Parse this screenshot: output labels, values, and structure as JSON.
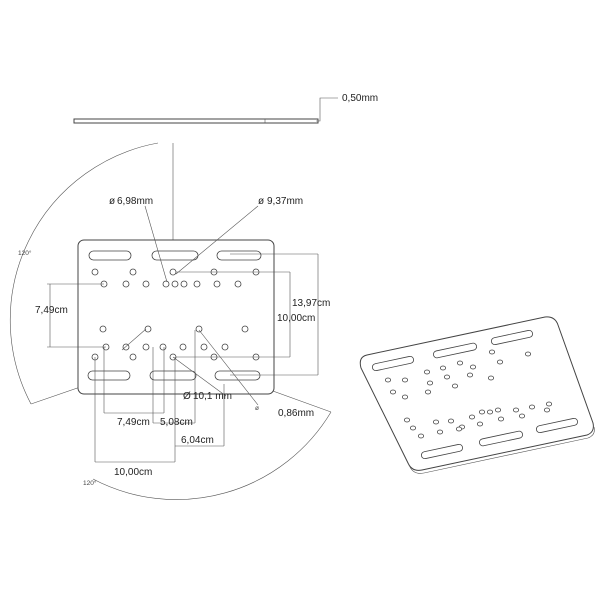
{
  "labels": {
    "thickness": "0,50mm",
    "hole_698": "6,98mm",
    "hole_937": "9,37mm",
    "hole_101": "10,1 mm",
    "hole_086": "0,86mm",
    "dim_749_left": "7,49cm",
    "dim_1397": "13,97cm",
    "dim_1000_right": "10,00cm",
    "dim_749_bottom": "7,49cm",
    "dim_508": "5,08cm",
    "dim_604": "6,04cm",
    "dim_1000_bottom": "10,00cm",
    "angle_top": "120°",
    "angle_bottom": "120°",
    "diameter_symbol": "ø",
    "diameter_symbol_big": "Ø"
  }
}
